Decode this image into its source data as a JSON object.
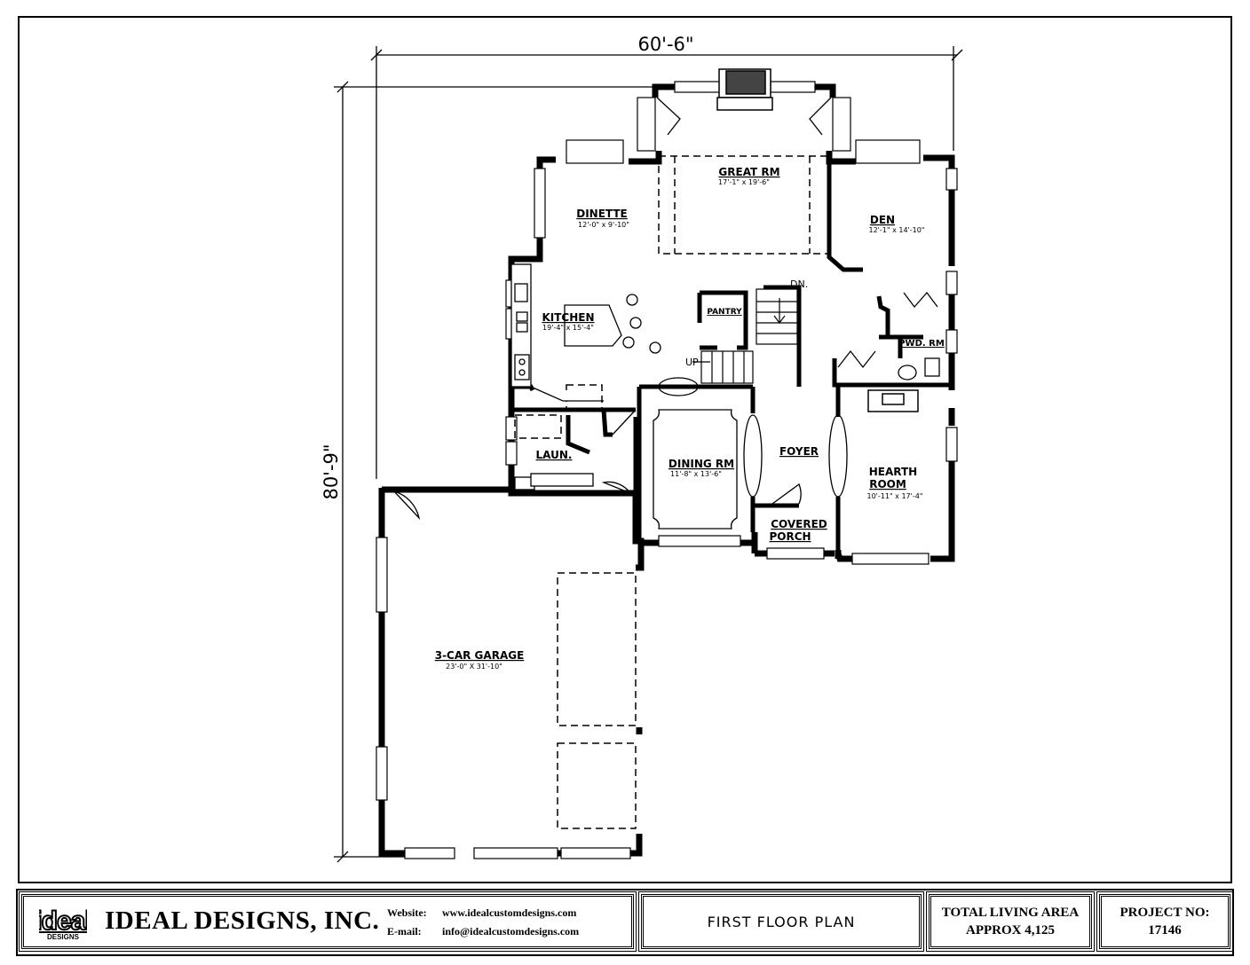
{
  "dimensions": {
    "width": "60'-6\"",
    "depth": "80'-9\""
  },
  "rooms": {
    "great_rm": {
      "name": "GREAT RM",
      "size": "17'-1\" x 19'-6\""
    },
    "dinette": {
      "name": "DINETTE",
      "size": "12'-0\" x 9'-10\""
    },
    "den": {
      "name": "DEN",
      "size": "12'-1\" x 14'-10\""
    },
    "kitchen": {
      "name": "KITCHEN",
      "size": "19'-4\" x 15'-4\""
    },
    "pantry": {
      "name": "PANTRY"
    },
    "pwd_rm": {
      "name": "PWD. RM"
    },
    "laun": {
      "name": "LAUN."
    },
    "dining_rm": {
      "name": "DINING RM",
      "size": "11'-8\" x 13'-6\""
    },
    "foyer": {
      "name": "FOYER"
    },
    "hearth_room": {
      "name_line1": "HEARTH",
      "name_line2": "ROOM",
      "size": "10'-11\" x 17'-4\""
    },
    "covered_porch": {
      "name_line1": "COVERED",
      "name_line2": "PORCH"
    },
    "garage": {
      "name": "3-CAR GARAGE",
      "size": "23'-0\" X 31'-10\""
    }
  },
  "stair_labels": {
    "down": "DN.",
    "up": "UP"
  },
  "title_block": {
    "logo_text_top": "ideal",
    "logo_text_bottom": "DESIGNS",
    "company": "IDEAL DESIGNS, INC.",
    "website_label": "Website:",
    "website": "www.idealcustomdesigns.com",
    "email_label": "E-mail:",
    "email": "info@idealcustomdesigns.com",
    "plan_title": "FIRST FLOOR PLAN",
    "area_line1": "TOTAL LIVING AREA",
    "area_line2": "APPROX 4,125",
    "project_label": "PROJECT NO:",
    "project_number": "17146"
  }
}
